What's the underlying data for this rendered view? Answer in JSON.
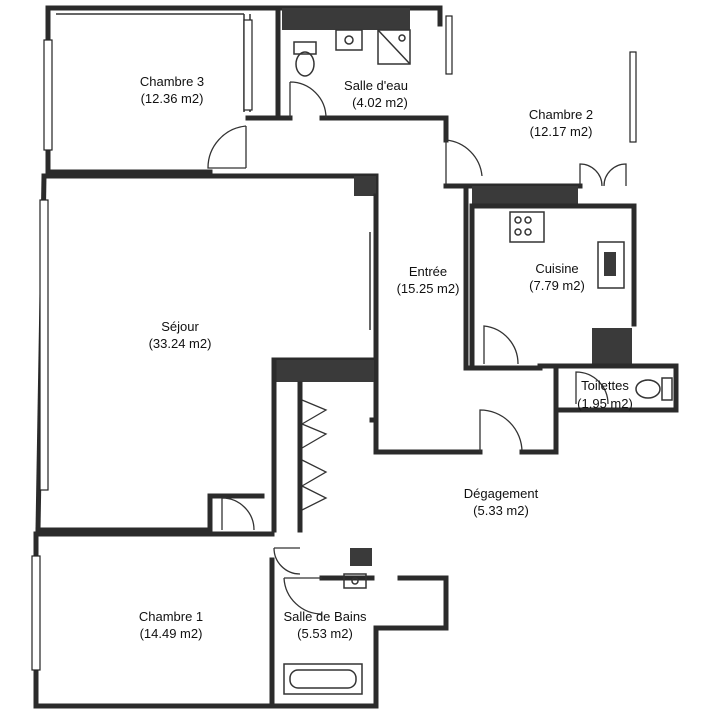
{
  "rooms": [
    {
      "name": "Chambre 3",
      "area": "(12.36 m2)"
    },
    {
      "name": "Salle d'eau",
      "area": "(4.02 m2)"
    },
    {
      "name": "Chambre 2",
      "area": "(12.17 m2)"
    },
    {
      "name": "Entrée",
      "area": "(15.25 m2)"
    },
    {
      "name": "Cuisine",
      "area": "(7.79 m2)"
    },
    {
      "name": "Séjour",
      "area": "(33.24 m2)"
    },
    {
      "name": "Toilettes",
      "area": "(1.95 m2)"
    },
    {
      "name": "Dégagement",
      "area": "(5.33 m2)"
    },
    {
      "name": "Chambre 1",
      "area": "(14.49 m2)"
    },
    {
      "name": "Salle de Bains",
      "area": "(5.53 m2)"
    }
  ]
}
